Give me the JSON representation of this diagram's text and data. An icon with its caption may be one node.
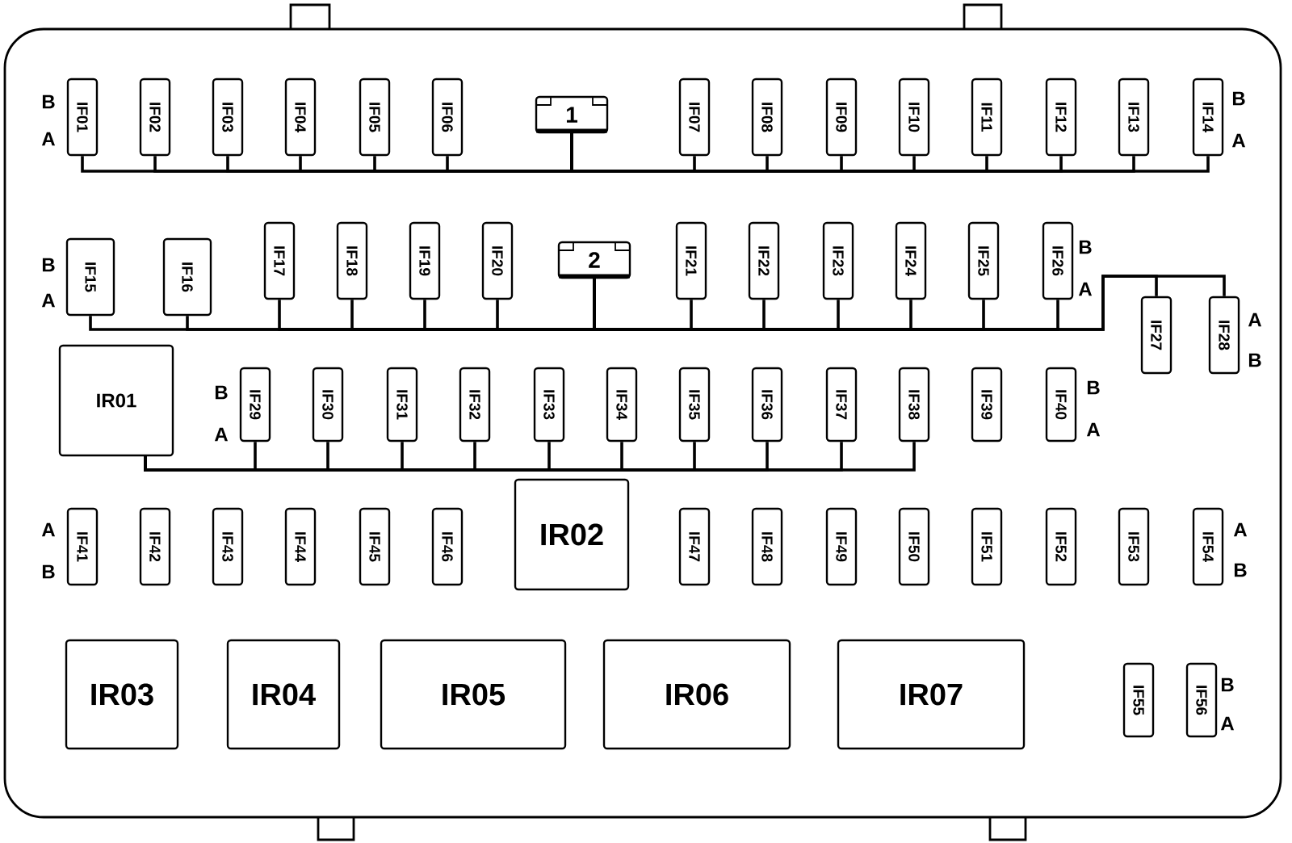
{
  "diagram": {
    "nodes": [
      {
        "text": [
          "IF01"
        ]
      },
      {
        "text": [
          "IF02"
        ]
      },
      {
        "text": [
          "IF03"
        ]
      },
      {
        "text": [
          "IF04"
        ]
      },
      {
        "text": [
          "IF05"
        ]
      },
      {
        "text": [
          "IF06"
        ]
      },
      {
        "text": [
          "1"
        ]
      },
      {
        "text": [
          "IF07"
        ]
      },
      {
        "text": [
          "IF08"
        ]
      },
      {
        "text": [
          "IF09"
        ]
      },
      {
        "text": [
          "IF10"
        ]
      },
      {
        "text": [
          "IF11"
        ]
      },
      {
        "text": [
          "IF12"
        ]
      },
      {
        "text": [
          "IF13"
        ]
      },
      {
        "text": [
          "IF14"
        ]
      },
      {
        "text": [
          "IF15"
        ]
      },
      {
        "text": [
          "IF16"
        ]
      },
      {
        "text": [
          "IF17"
        ]
      },
      {
        "text": [
          "IF18"
        ]
      },
      {
        "text": [
          "IF19"
        ]
      },
      {
        "text": [
          "IF20"
        ]
      },
      {
        "text": [
          "2"
        ]
      },
      {
        "text": [
          "IF21"
        ]
      },
      {
        "text": [
          "IF22"
        ]
      },
      {
        "text": [
          "IF23"
        ]
      },
      {
        "text": [
          "IF24"
        ]
      },
      {
        "text": [
          "IF25"
        ]
      },
      {
        "text": [
          "IF26"
        ]
      },
      {
        "text": [
          "IF27"
        ]
      },
      {
        "text": [
          "IF28"
        ]
      },
      {
        "text": [
          "IR01"
        ]
      },
      {
        "text": [
          "IF29"
        ]
      },
      {
        "text": [
          "IF30"
        ]
      },
      {
        "text": [
          "IF31"
        ]
      },
      {
        "text": [
          "IF32"
        ]
      },
      {
        "text": [
          "IF33"
        ]
      },
      {
        "text": [
          "IF34"
        ]
      },
      {
        "text": [
          "IF35"
        ]
      },
      {
        "text": [
          "IF36"
        ]
      },
      {
        "text": [
          "IF37"
        ]
      },
      {
        "text": [
          "IF38"
        ]
      },
      {
        "text": [
          "IF39"
        ]
      },
      {
        "text": [
          "IF40"
        ]
      },
      {
        "text": [
          "IF41"
        ]
      },
      {
        "text": [
          "IF42"
        ]
      },
      {
        "text": [
          "IF43"
        ]
      },
      {
        "text": [
          "IF44"
        ]
      },
      {
        "text": [
          "IF45"
        ]
      },
      {
        "text": [
          "IF46"
        ]
      },
      {
        "text": [
          "IR02"
        ]
      },
      {
        "text": [
          "IF47"
        ]
      },
      {
        "text": [
          "IF48"
        ]
      },
      {
        "text": [
          "IF49"
        ]
      },
      {
        "text": [
          "IF50"
        ]
      },
      {
        "text": [
          "IF51"
        ]
      },
      {
        "text": [
          "IF52"
        ]
      },
      {
        "text": [
          "IF53"
        ]
      },
      {
        "text": [
          "IF54"
        ]
      },
      {
        "text": [
          "IR03"
        ]
      },
      {
        "text": [
          "IR04"
        ]
      },
      {
        "text": [
          "IR05"
        ]
      },
      {
        "text": [
          "IR06"
        ]
      },
      {
        "text": [
          "IR07"
        ]
      },
      {
        "text": [
          "IF55"
        ]
      },
      {
        "text": [
          "IF56"
        ]
      }
    ],
    "edges": [
      {
        "from": 6,
        "to": 0,
        "arrow": "none"
      },
      {
        "from": 6,
        "to": 1,
        "arrow": "none"
      },
      {
        "from": 6,
        "to": 2,
        "arrow": "none"
      },
      {
        "from": 6,
        "to": 3,
        "arrow": "none"
      },
      {
        "from": 6,
        "to": 4,
        "arrow": "none"
      },
      {
        "from": 6,
        "to": 5,
        "arrow": "none"
      },
      {
        "from": 6,
        "to": 7,
        "arrow": "none"
      },
      {
        "from": 6,
        "to": 8,
        "arrow": "none"
      },
      {
        "from": 6,
        "to": 9,
        "arrow": "none"
      },
      {
        "from": 6,
        "to": 10,
        "arrow": "none"
      },
      {
        "from": 6,
        "to": 11,
        "arrow": "none"
      },
      {
        "from": 6,
        "to": 12,
        "arrow": "none"
      },
      {
        "from": 6,
        "to": 13,
        "arrow": "none"
      },
      {
        "from": 6,
        "to": 14,
        "arrow": "none"
      },
      {
        "from": 21,
        "to": 15,
        "arrow": "none"
      },
      {
        "from": 21,
        "to": 16,
        "arrow": "none"
      },
      {
        "from": 21,
        "to": 17,
        "arrow": "none"
      },
      {
        "from": 21,
        "to": 18,
        "arrow": "none"
      },
      {
        "from": 21,
        "to": 19,
        "arrow": "none"
      },
      {
        "from": 21,
        "to": 20,
        "arrow": "none"
      },
      {
        "from": 21,
        "to": 22,
        "arrow": "none"
      },
      {
        "from": 21,
        "to": 23,
        "arrow": "none"
      },
      {
        "from": 21,
        "to": 24,
        "arrow": "none"
      },
      {
        "from": 21,
        "to": 25,
        "arrow": "none"
      },
      {
        "from": 21,
        "to": 26,
        "arrow": "none"
      },
      {
        "from": 21,
        "to": 27,
        "arrow": "none"
      },
      {
        "from": 21,
        "to": 28,
        "arrow": "none"
      },
      {
        "from": 21,
        "to": 29,
        "arrow": "none"
      },
      {
        "from": 30,
        "to": 31,
        "arrow": "none"
      },
      {
        "from": 30,
        "to": 32,
        "arrow": "none"
      },
      {
        "from": 30,
        "to": 33,
        "arrow": "none"
      },
      {
        "from": 30,
        "to": 34,
        "arrow": "none"
      },
      {
        "from": 30,
        "to": 35,
        "arrow": "none"
      },
      {
        "from": 30,
        "to": 36,
        "arrow": "none"
      },
      {
        "from": 30,
        "to": 37,
        "arrow": "none"
      },
      {
        "from": 30,
        "to": 38,
        "arrow": "none"
      },
      {
        "from": 30,
        "to": 39,
        "arrow": "none"
      },
      {
        "from": 30,
        "to": 40,
        "arrow": "none"
      }
    ],
    "labels": [
      "B",
      "A",
      "B",
      "A",
      "B",
      "A",
      "B",
      "A",
      "A",
      "B",
      "B",
      "A",
      "B",
      "A",
      "A",
      "B",
      "A",
      "B",
      "B",
      "A"
    ]
  }
}
